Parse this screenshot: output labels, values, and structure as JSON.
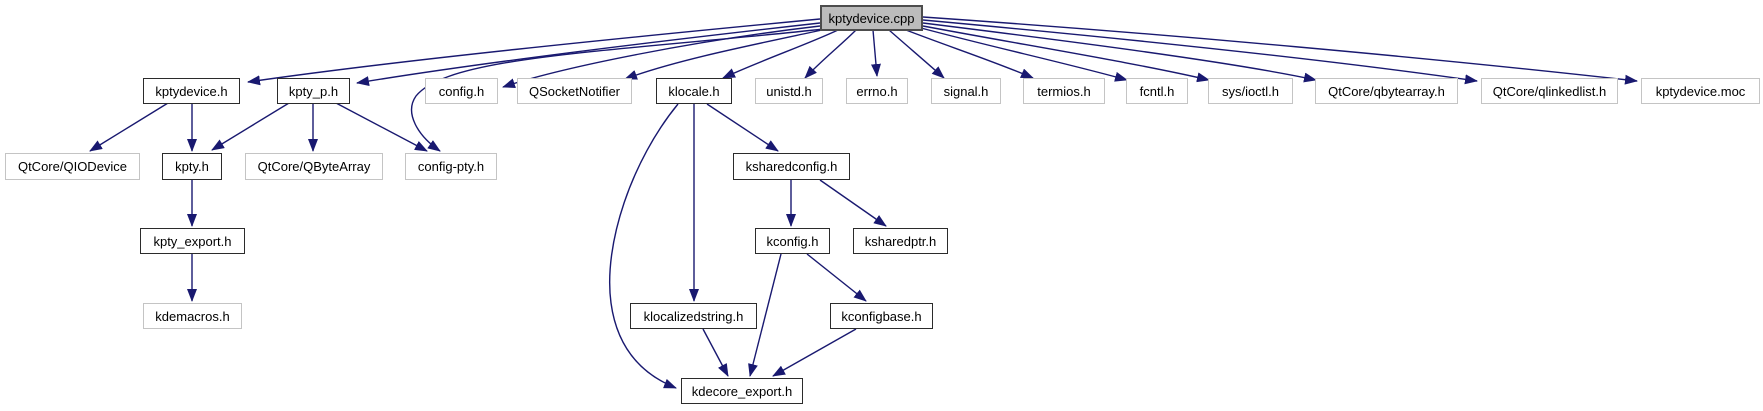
{
  "graph": {
    "kind": "include-dependency-graph",
    "colors": {
      "edge": "#191970",
      "internal_border": "#2b2b2b",
      "external_border": "#c4c4c4",
      "main_fill": "#bcbcbc",
      "background": "#ffffff",
      "text": "#000000"
    },
    "nodes": {
      "kptydevice_cpp": {
        "label": "kptydevice.cpp",
        "kind": "main"
      },
      "kptydevice_h": {
        "label": "kptydevice.h",
        "kind": "internal"
      },
      "kpty_p_h": {
        "label": "kpty_p.h",
        "kind": "internal"
      },
      "config_h": {
        "label": "config.h",
        "kind": "external"
      },
      "qsocketnotifier": {
        "label": "QSocketNotifier",
        "kind": "external"
      },
      "klocale_h": {
        "label": "klocale.h",
        "kind": "internal"
      },
      "unistd_h": {
        "label": "unistd.h",
        "kind": "external"
      },
      "errno_h": {
        "label": "errno.h",
        "kind": "external"
      },
      "signal_h": {
        "label": "signal.h",
        "kind": "external"
      },
      "termios_h": {
        "label": "termios.h",
        "kind": "external"
      },
      "fcntl_h": {
        "label": "fcntl.h",
        "kind": "external"
      },
      "sys_ioctl_h": {
        "label": "sys/ioctl.h",
        "kind": "external"
      },
      "qtcore_qbytearray_h": {
        "label": "QtCore/qbytearray.h",
        "kind": "external"
      },
      "qtcore_qlinkedlist_h": {
        "label": "QtCore/qlinkedlist.h",
        "kind": "external"
      },
      "kptydevice_moc": {
        "label": "kptydevice.moc",
        "kind": "external"
      },
      "qtcore_qiodevice": {
        "label": "QtCore/QIODevice",
        "kind": "external"
      },
      "kpty_h": {
        "label": "kpty.h",
        "kind": "internal"
      },
      "qtcore_qbytearray": {
        "label": "QtCore/QByteArray",
        "kind": "external"
      },
      "config_pty_h": {
        "label": "config-pty.h",
        "kind": "external"
      },
      "ksharedconfig_h": {
        "label": "ksharedconfig.h",
        "kind": "internal"
      },
      "kpty_export_h": {
        "label": "kpty_export.h",
        "kind": "internal"
      },
      "kconfig_h": {
        "label": "kconfig.h",
        "kind": "internal"
      },
      "ksharedptr_h": {
        "label": "ksharedptr.h",
        "kind": "internal"
      },
      "kdemacros_h": {
        "label": "kdemacros.h",
        "kind": "external"
      },
      "klocalizedstring_h": {
        "label": "klocalizedstring.h",
        "kind": "internal"
      },
      "kconfigbase_h": {
        "label": "kconfigbase.h",
        "kind": "internal"
      },
      "kdecore_export_h": {
        "label": "kdecore_export.h",
        "kind": "internal"
      }
    },
    "edges": [
      [
        "kptydevice.cpp",
        "kptydevice.h"
      ],
      [
        "kptydevice.cpp",
        "kpty_p.h"
      ],
      [
        "kptydevice.cpp",
        "config.h"
      ],
      [
        "kptydevice.cpp",
        "config-pty.h"
      ],
      [
        "kptydevice.cpp",
        "QSocketNotifier"
      ],
      [
        "kptydevice.cpp",
        "klocale.h"
      ],
      [
        "kptydevice.cpp",
        "unistd.h"
      ],
      [
        "kptydevice.cpp",
        "errno.h"
      ],
      [
        "kptydevice.cpp",
        "signal.h"
      ],
      [
        "kptydevice.cpp",
        "termios.h"
      ],
      [
        "kptydevice.cpp",
        "fcntl.h"
      ],
      [
        "kptydevice.cpp",
        "sys/ioctl.h"
      ],
      [
        "kptydevice.cpp",
        "QtCore/qbytearray.h"
      ],
      [
        "kptydevice.cpp",
        "QtCore/qlinkedlist.h"
      ],
      [
        "kptydevice.cpp",
        "kptydevice.moc"
      ],
      [
        "kptydevice.h",
        "QtCore/QIODevice"
      ],
      [
        "kptydevice.h",
        "kpty.h"
      ],
      [
        "kpty_p.h",
        "kpty.h"
      ],
      [
        "kpty_p.h",
        "QtCore/QByteArray"
      ],
      [
        "kpty_p.h",
        "config-pty.h"
      ],
      [
        "kpty.h",
        "kpty_export.h"
      ],
      [
        "kpty_export.h",
        "kdemacros.h"
      ],
      [
        "klocale.h",
        "ksharedconfig.h"
      ],
      [
        "klocale.h",
        "klocalizedstring.h"
      ],
      [
        "klocale.h",
        "kdecore_export.h"
      ],
      [
        "ksharedconfig.h",
        "kconfig.h"
      ],
      [
        "ksharedconfig.h",
        "ksharedptr.h"
      ],
      [
        "kconfig.h",
        "kconfigbase.h"
      ],
      [
        "kconfig.h",
        "kdecore_export.h"
      ],
      [
        "klocalizedstring.h",
        "kdecore_export.h"
      ],
      [
        "kconfigbase.h",
        "kdecore_export.h"
      ]
    ]
  }
}
